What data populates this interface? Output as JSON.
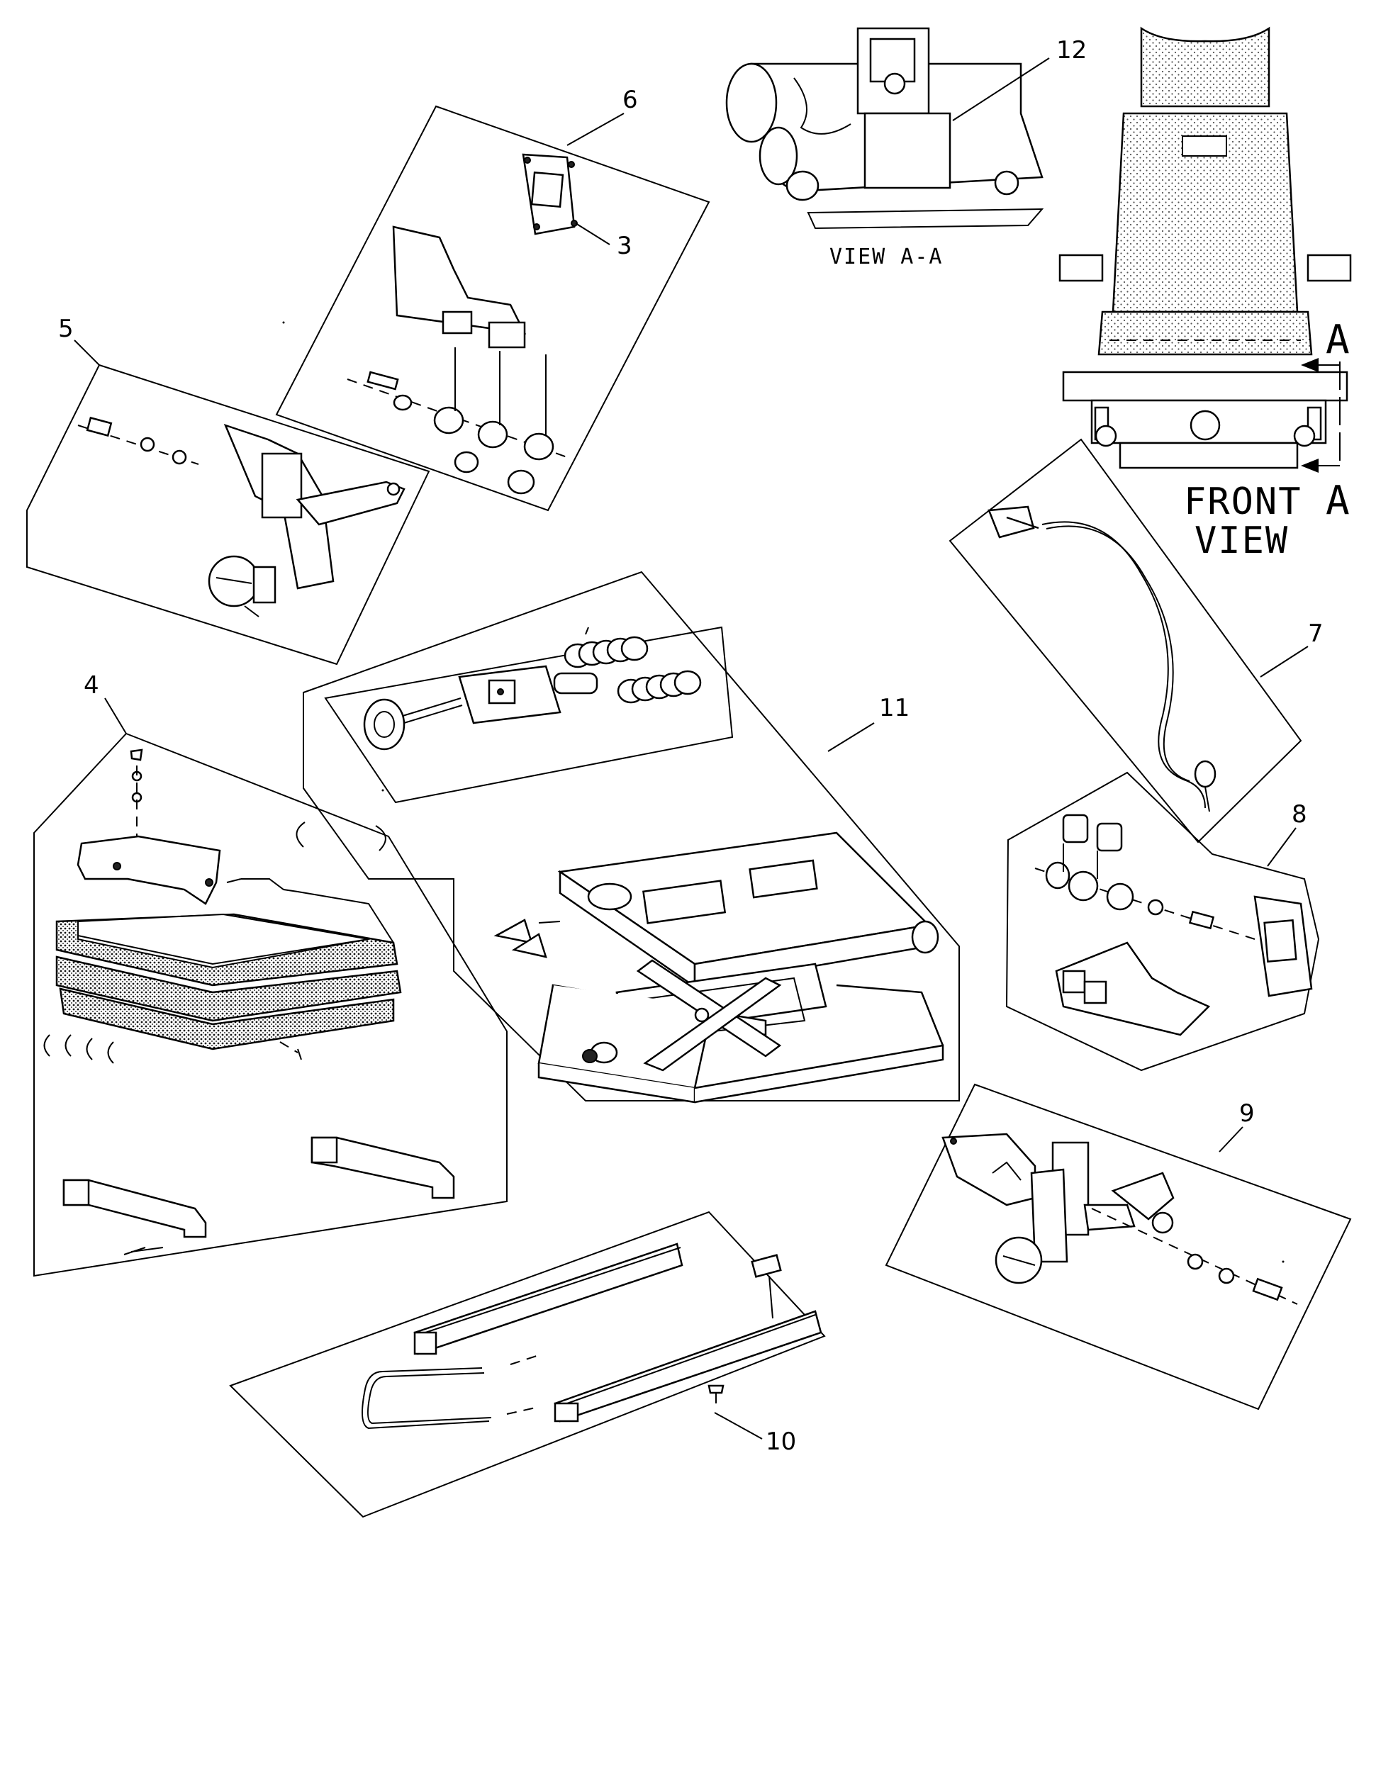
{
  "callouts": {
    "c3": "3",
    "c4": "4",
    "c5": "5",
    "c6": "6",
    "c7": "7",
    "c8": "8",
    "c9": "9",
    "c10": "10",
    "c11": "11",
    "c12": "12"
  },
  "views": {
    "view_aa": "VIEW A-A",
    "front_line1": "FRONT",
    "front_line2": "VIEW",
    "section_top": "A",
    "section_bottom": "A"
  }
}
